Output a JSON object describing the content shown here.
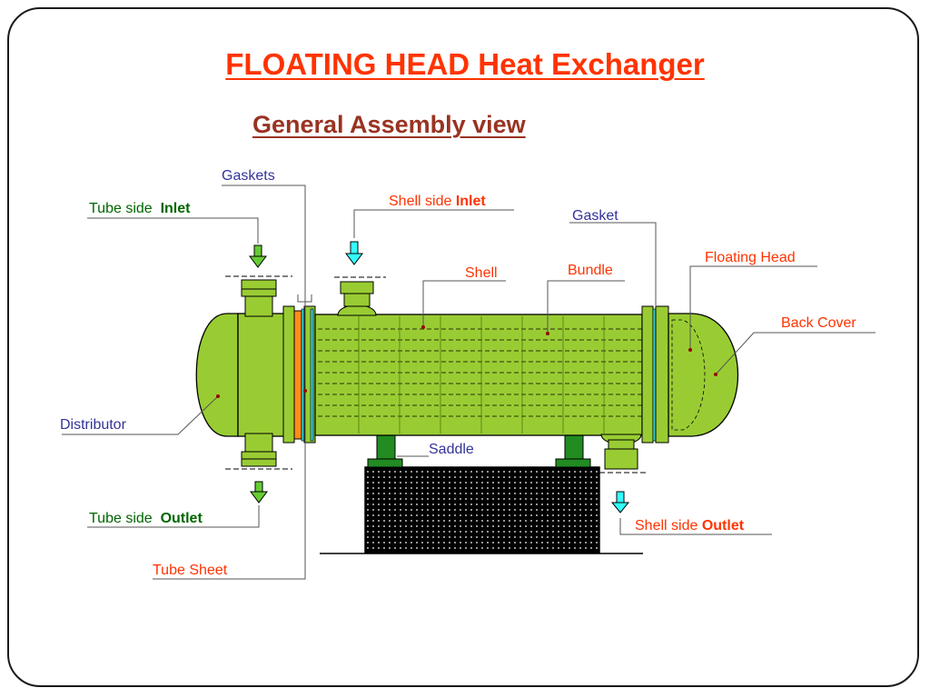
{
  "title": "FLOATING HEAD Heat Exchanger",
  "subtitle": "General Assembly view",
  "labels": {
    "gaskets": "Gaskets",
    "tube_side_inlet_prefix": "Tube side",
    "tube_side_inlet_strong": "Inlet",
    "shell_side_inlet_prefix": "Shell side",
    "shell_side_inlet_strong": "Inlet",
    "gasket": "Gasket",
    "floating_head": "Floating Head",
    "shell": "Shell",
    "bundle": "Bundle",
    "back_cover": "Back Cover",
    "distributor": "Distributor",
    "saddle": "Saddle",
    "tube_side_outlet_prefix": "Tube side",
    "tube_side_outlet_strong": "Outlet",
    "shell_side_outlet_prefix": "Shell side",
    "shell_side_outlet_strong": "Outlet",
    "tube_sheet": "Tube Sheet"
  },
  "colors": {
    "body_green": "#99cc33",
    "dark_green": "#4d7a0f",
    "saddle_green": "#228b22",
    "tube_sheet_orange": "#ff8c1a",
    "gasket_cyan": "#33cccc",
    "arrow_green": "#66cc33",
    "arrow_cyan": "#33ffff",
    "title_red": "#ff3300",
    "subtitle_brown": "#993322",
    "label_blue": "#333399",
    "label_green": "#006600"
  }
}
